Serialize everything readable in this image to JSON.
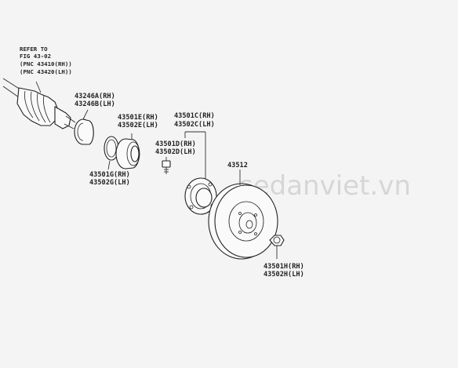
{
  "refer_note": {
    "line1": "REFER TO",
    "line2": "FIG 43-02",
    "line3": "(PNC 43410(RH))",
    "line4": "(PNC 43420(LH))"
  },
  "labels": {
    "l43246": {
      "rh": "43246A(RH)",
      "lh": "43246B(LH)"
    },
    "l43501e": {
      "rh": "43501E(RH)",
      "lh": "43502E(LH)"
    },
    "l43501c": {
      "rh": "43501C(RH)",
      "lh": "43502C(LH)"
    },
    "l43501d": {
      "rh": "43501D(RH)",
      "lh": "43502D(LH)"
    },
    "l43501g": {
      "rh": "43501G(RH)",
      "lh": "43502G(LH)"
    },
    "l43512": "43512",
    "l43501h": {
      "rh": "43501H(RH)",
      "lh": "43502H(LH)"
    }
  },
  "watermark": "sedanviet.vn"
}
